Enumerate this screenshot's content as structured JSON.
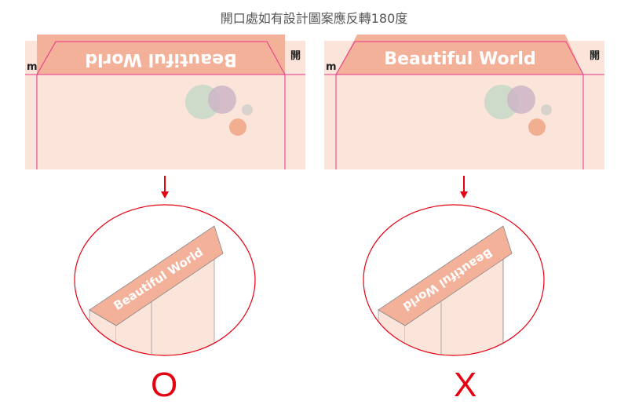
{
  "title": "開口處如有設計圖案應反轉180度",
  "design_text": "Beautiful World",
  "edge_label_left": "m",
  "edge_label_right": "開",
  "correct_mark": "O",
  "wrong_mark": "X",
  "colors": {
    "flap": "#f4b19a",
    "card": "#fbe4da",
    "accent_line": "#e8358a",
    "red": "#e60012"
  }
}
